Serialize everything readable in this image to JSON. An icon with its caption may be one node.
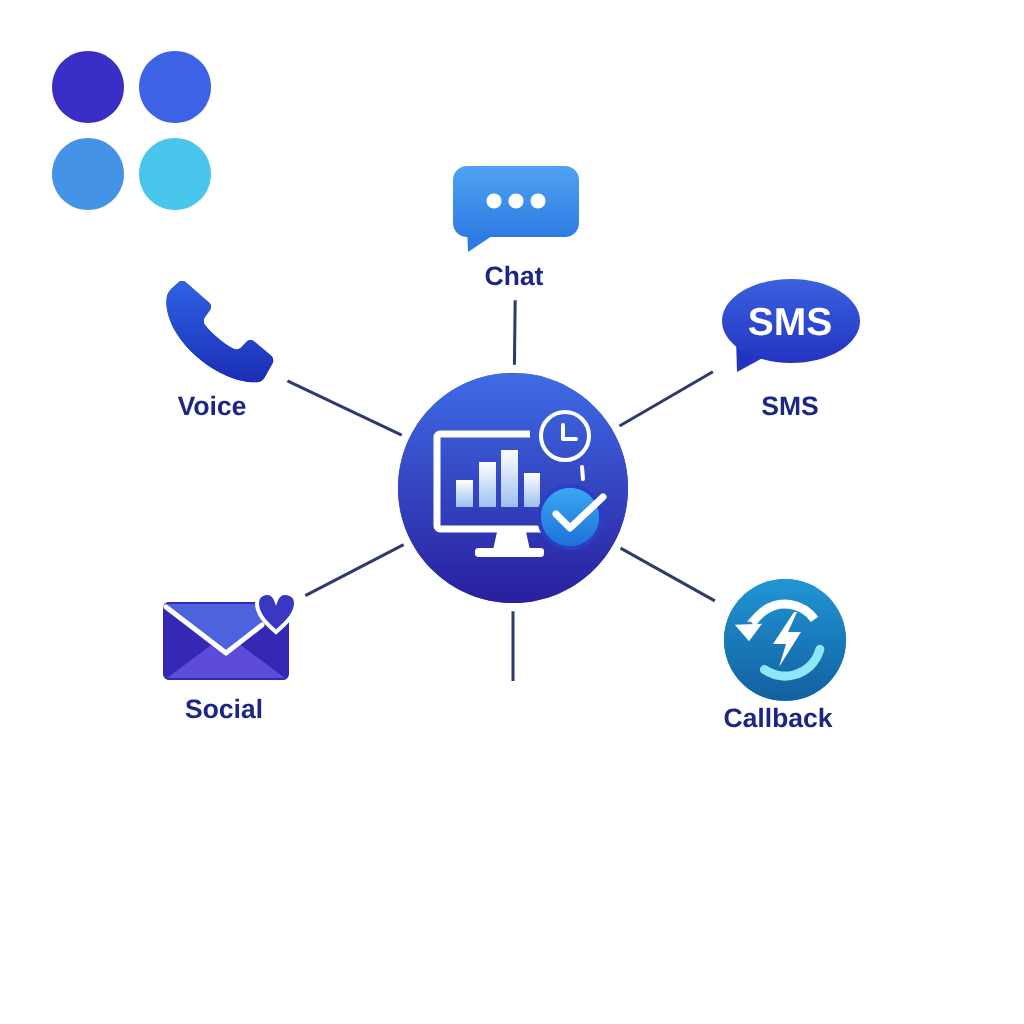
{
  "diagram": {
    "nodes": [
      {
        "text": [
          "Chat"
        ]
      },
      {
        "text": [
          "Voice"
        ]
      },
      {
        "text": [
          "SMS",
          "SMS"
        ]
      },
      {
        "text": [],
        "shape": "circle"
      },
      {
        "text": [
          "Social"
        ]
      },
      {
        "text": [
          "Callback"
        ]
      }
    ],
    "edges": [
      {
        "from": 3,
        "to": 0,
        "arrow": "none"
      },
      {
        "from": 3,
        "to": 1,
        "arrow": "none"
      },
      {
        "from": 3,
        "to": 2,
        "arrow": "none"
      },
      {
        "from": 3,
        "to": 4,
        "arrow": "none"
      },
      {
        "from": 3,
        "to": 5,
        "arrow": "none"
      },
      {
        "from": 3,
        "to": null,
        "arrow": "none"
      }
    ]
  }
}
